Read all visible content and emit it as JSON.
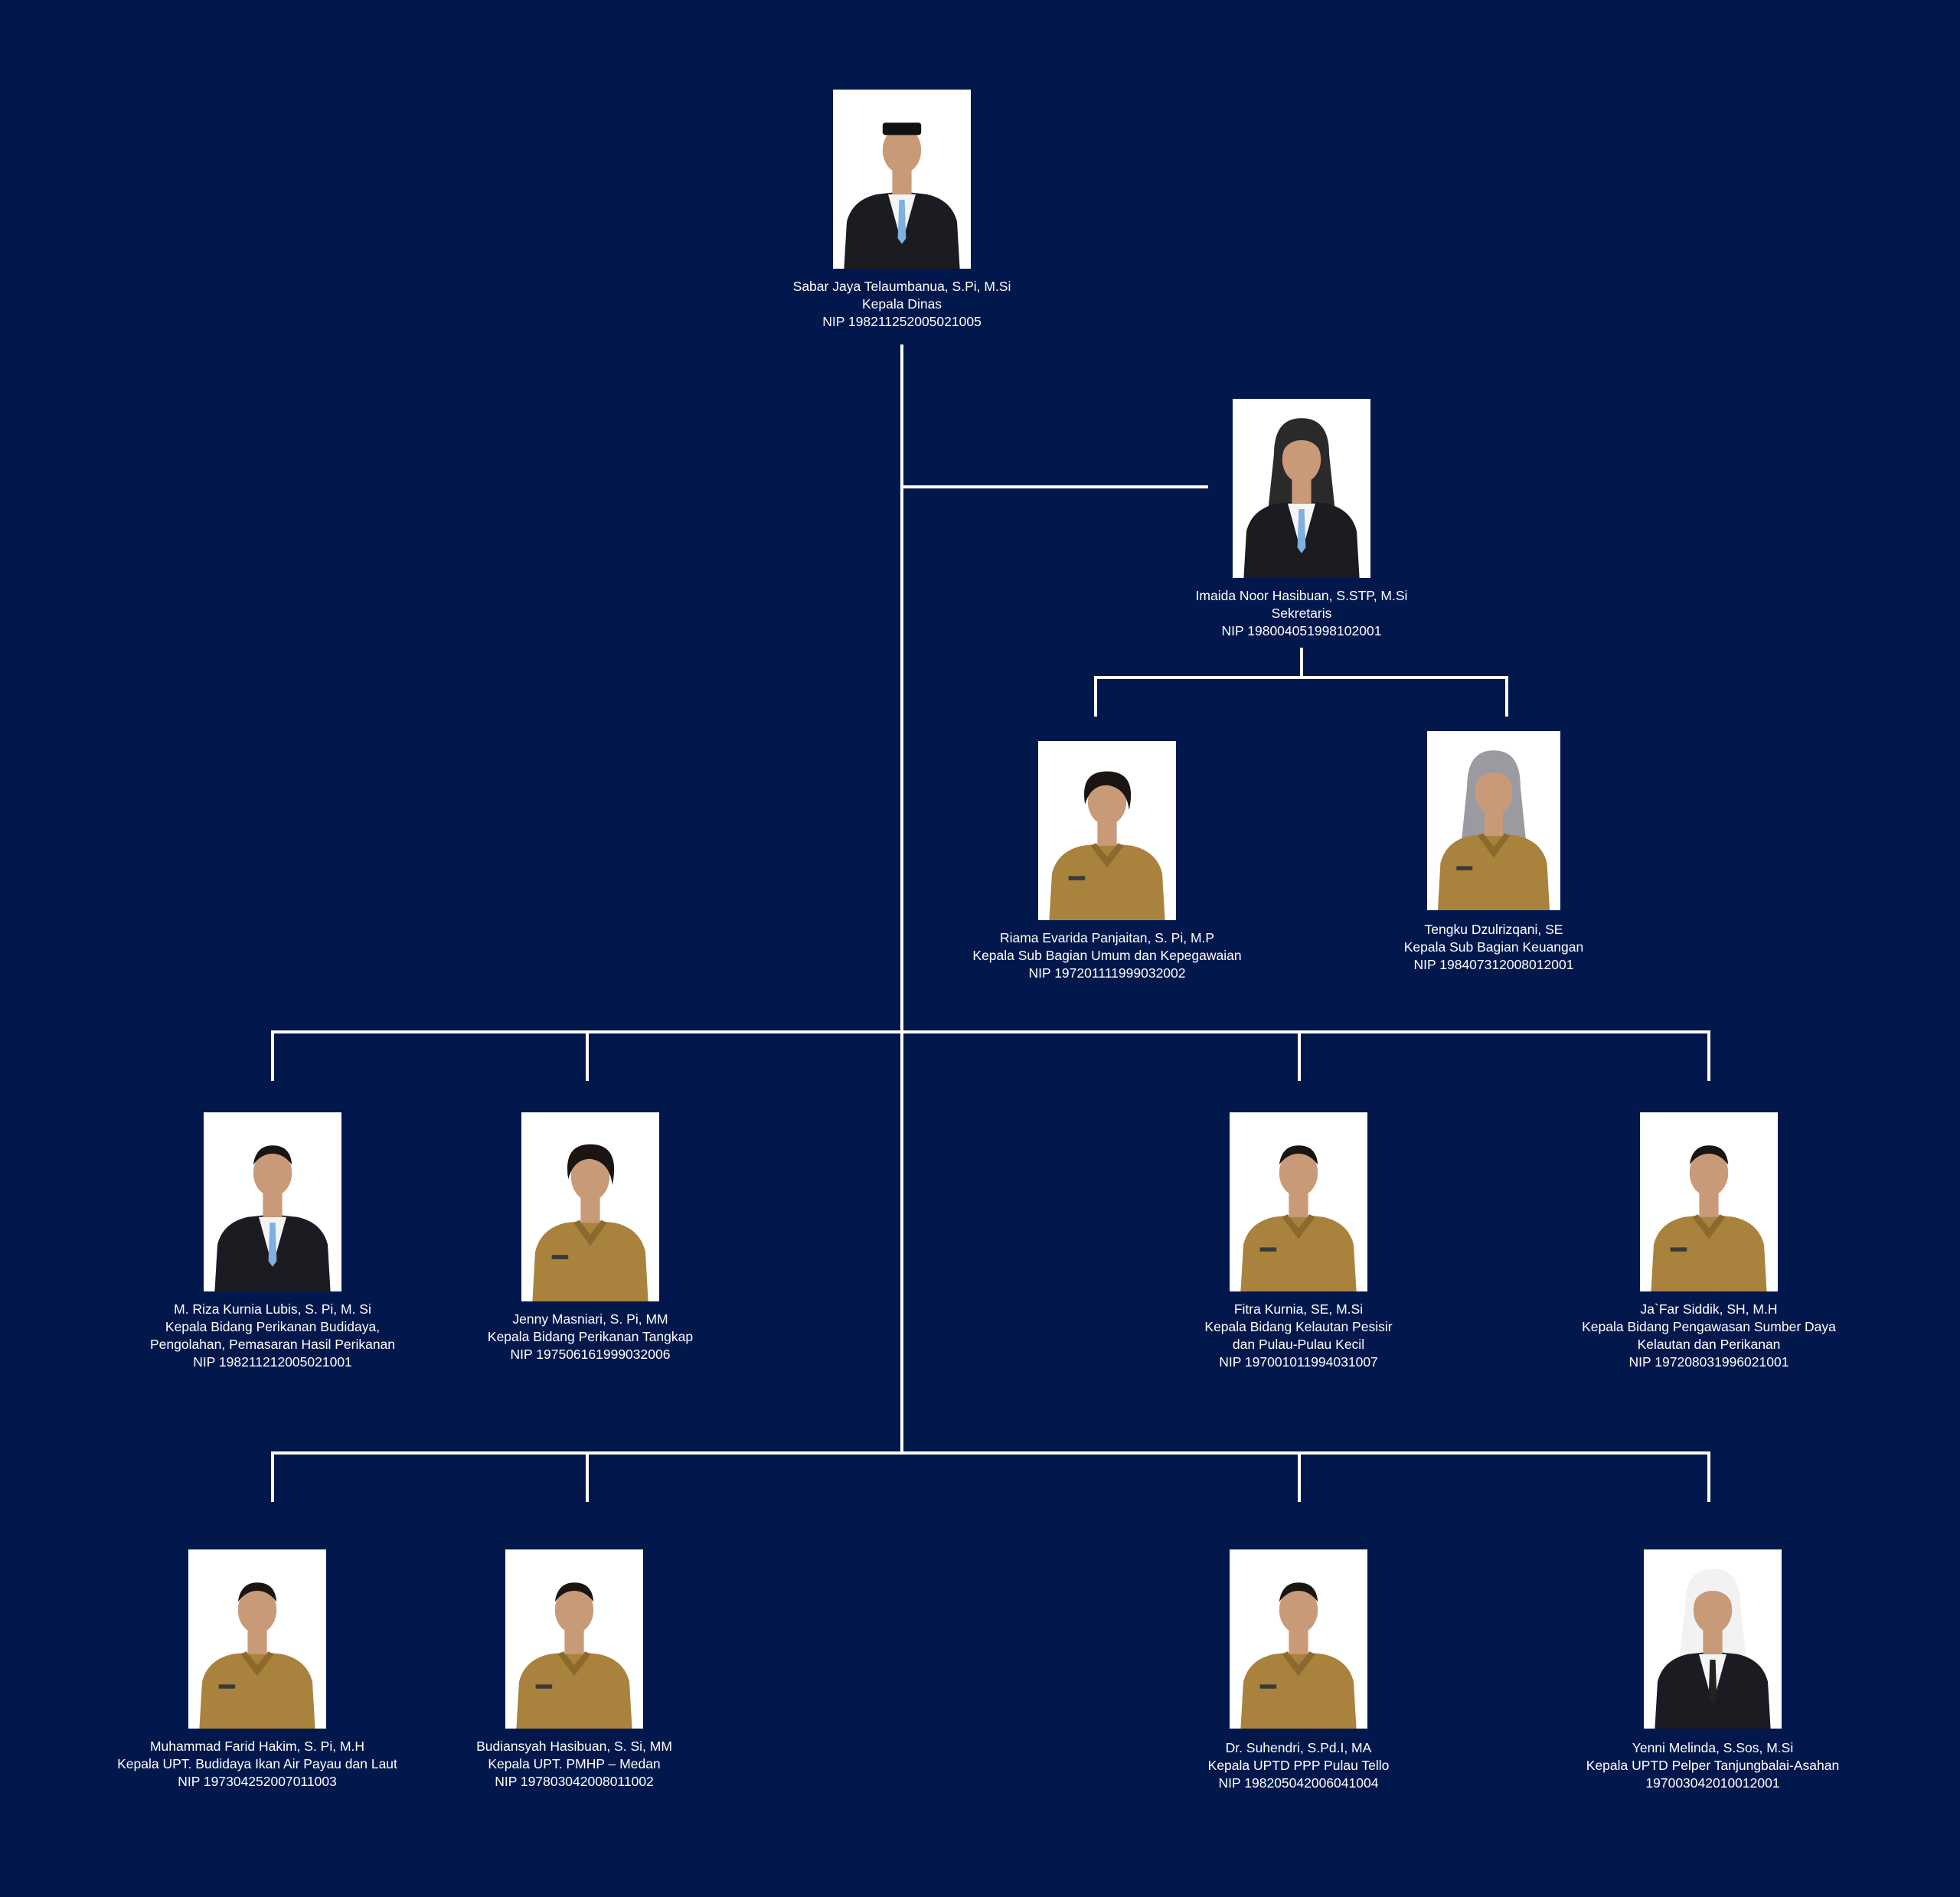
{
  "colors": {
    "background": "#02184c",
    "connector": "#ffffff",
    "text": "#ffffff",
    "photo_background": "#ffffff",
    "attire": {
      "suit": "#1b1b22",
      "uniform": "#a9833d",
      "hijab_dark": "#2a2a2a",
      "hijab_grey": "#9a9aa0",
      "hijab_white": "#f2f2f2"
    }
  },
  "people": {
    "head": {
      "name": "Sabar Jaya Telaumbanua, S.Pi, M.Si",
      "title": "Kepala Dinas",
      "nip": "NIP 198211252005021005",
      "attire": "suit",
      "headwear": "peci"
    },
    "sekretaris": {
      "name": "Imaida Noor Hasibuan, S.STP, M.Si",
      "title": "Sekretaris",
      "nip": "NIP 198004051998102001",
      "attire": "suit",
      "headwear": "hijab_dark"
    },
    "subbag_umum": {
      "name": "Riama Evarida Panjaitan, S. Pi, M.P",
      "title": "Kepala Sub Bagian Umum dan Kepegawaian",
      "nip": "NIP 197201111999032002",
      "attire": "uniform",
      "headwear": "hair"
    },
    "subbag_keuangan": {
      "name": "Tengku Dzulrizqani, SE",
      "title": "Kepala Sub Bagian Keuangan",
      "nip": "NIP 198407312008012001",
      "attire": "uniform",
      "headwear": "hijab_grey"
    },
    "bidang_budidaya": {
      "name": "M. Riza Kurnia Lubis, S. Pi, M. Si",
      "title_line1": "Kepala Bidang Perikanan Budidaya,",
      "title_line2": "Pengolahan, Pemasaran Hasil Perikanan",
      "nip": "NIP 198211212005021001",
      "attire": "suit",
      "headwear": "none"
    },
    "bidang_tangkap": {
      "name": "Jenny Masniari, S. Pi, MM",
      "title": "Kepala Bidang Perikanan Tangkap",
      "nip": "NIP 197506161999032006",
      "attire": "uniform",
      "headwear": "hair"
    },
    "bidang_kelautan": {
      "name": "Fitra Kurnia, SE, M.Si",
      "title_line1": "Kepala Bidang Kelautan Pesisir",
      "title_line2": "dan Pulau-Pulau Kecil",
      "nip": "NIP 197001011994031007",
      "attire": "uniform",
      "headwear": "none"
    },
    "bidang_pengawasan": {
      "name": "Ja`Far Siddik, SH, M.H",
      "title_line1": "Kepala Bidang Pengawasan Sumber Daya",
      "title_line2": "Kelautan dan Perikanan",
      "nip": "NIP 197208031996021001",
      "attire": "uniform",
      "headwear": "none"
    },
    "upt_budidaya": {
      "name": "Muhammad Farid Hakim, S. Pi, M.H",
      "title": "Kepala UPT. Budidaya Ikan Air Payau dan Laut",
      "nip": "NIP 197304252007011003",
      "attire": "uniform",
      "headwear": "none"
    },
    "upt_pmhp": {
      "name": "Budiansyah Hasibuan, S. Si, MM",
      "title": "Kepala UPT. PMHP – Medan",
      "nip": "NIP 197803042008011002",
      "attire": "uniform",
      "headwear": "none"
    },
    "uptd_ppp": {
      "name": "Dr. Suhendri, S.Pd.I, MA",
      "title": "Kepala UPTD PPP Pulau Tello",
      "nip": "NIP 198205042006041004",
      "attire": "uniform",
      "headwear": "none"
    },
    "uptd_pelper": {
      "name": "Yenni Melinda, S.Sos, M.Si",
      "title": "Kepala UPTD Pelper Tanjungbalai-Asahan",
      "nip": "197003042010012001",
      "attire": "suit",
      "headwear": "hijab_white"
    }
  }
}
